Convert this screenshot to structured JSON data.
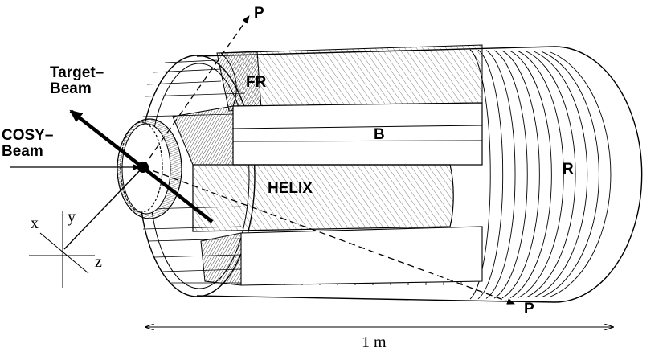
{
  "labels": {
    "proton_top": "P",
    "proton_bottom": "P",
    "target_beam_line1": "Target–",
    "target_beam_line2": "Beam",
    "cosy_beam_line1": "COSY–",
    "cosy_beam_line2": "Beam",
    "region_fr": "FR",
    "region_b": "B",
    "region_helix": "HELIX",
    "region_r": "R",
    "axis_x": "x",
    "axis_y": "y",
    "axis_z": "z",
    "scale": "1 m"
  },
  "colors": {
    "ink": "#000000",
    "background": "#ffffff"
  }
}
